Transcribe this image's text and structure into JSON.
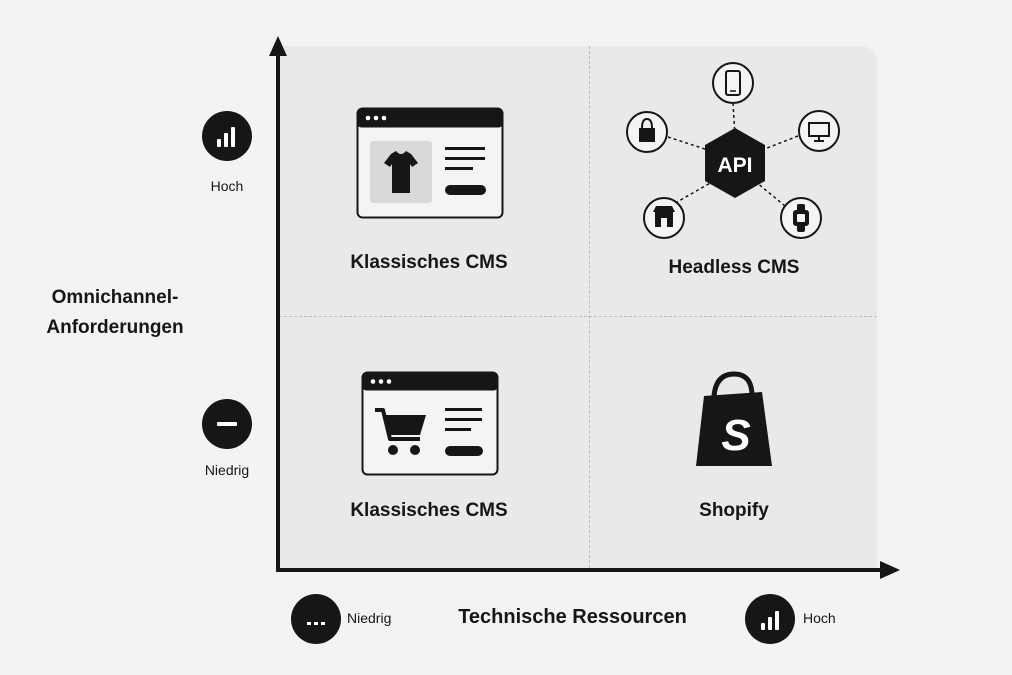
{
  "y_axis": {
    "title_line1": "Omnichannel-",
    "title_line2": "Anforderungen",
    "high_label": "Hoch",
    "low_label": "Niedrig"
  },
  "x_axis": {
    "title": "Technische Ressourcen",
    "low_label": "Niedrig",
    "high_label": "Hoch"
  },
  "quadrants": {
    "top_left": {
      "label": "Klassisches CMS",
      "illustration": "browser-shirt-icon"
    },
    "top_right": {
      "label": "Headless CMS",
      "hub_text": "API",
      "channels": [
        "phone-icon",
        "shopping-bag-icon",
        "monitor-icon",
        "store-icon",
        "smartwatch-icon"
      ]
    },
    "bottom_left": {
      "label": "Klassisches CMS",
      "illustration": "browser-cart-icon"
    },
    "bottom_right": {
      "label": "Shopify",
      "logo_letter": "S"
    }
  },
  "colors": {
    "background": "#f3f3f3",
    "panel": "#e9e9e9",
    "ink": "#161616"
  }
}
